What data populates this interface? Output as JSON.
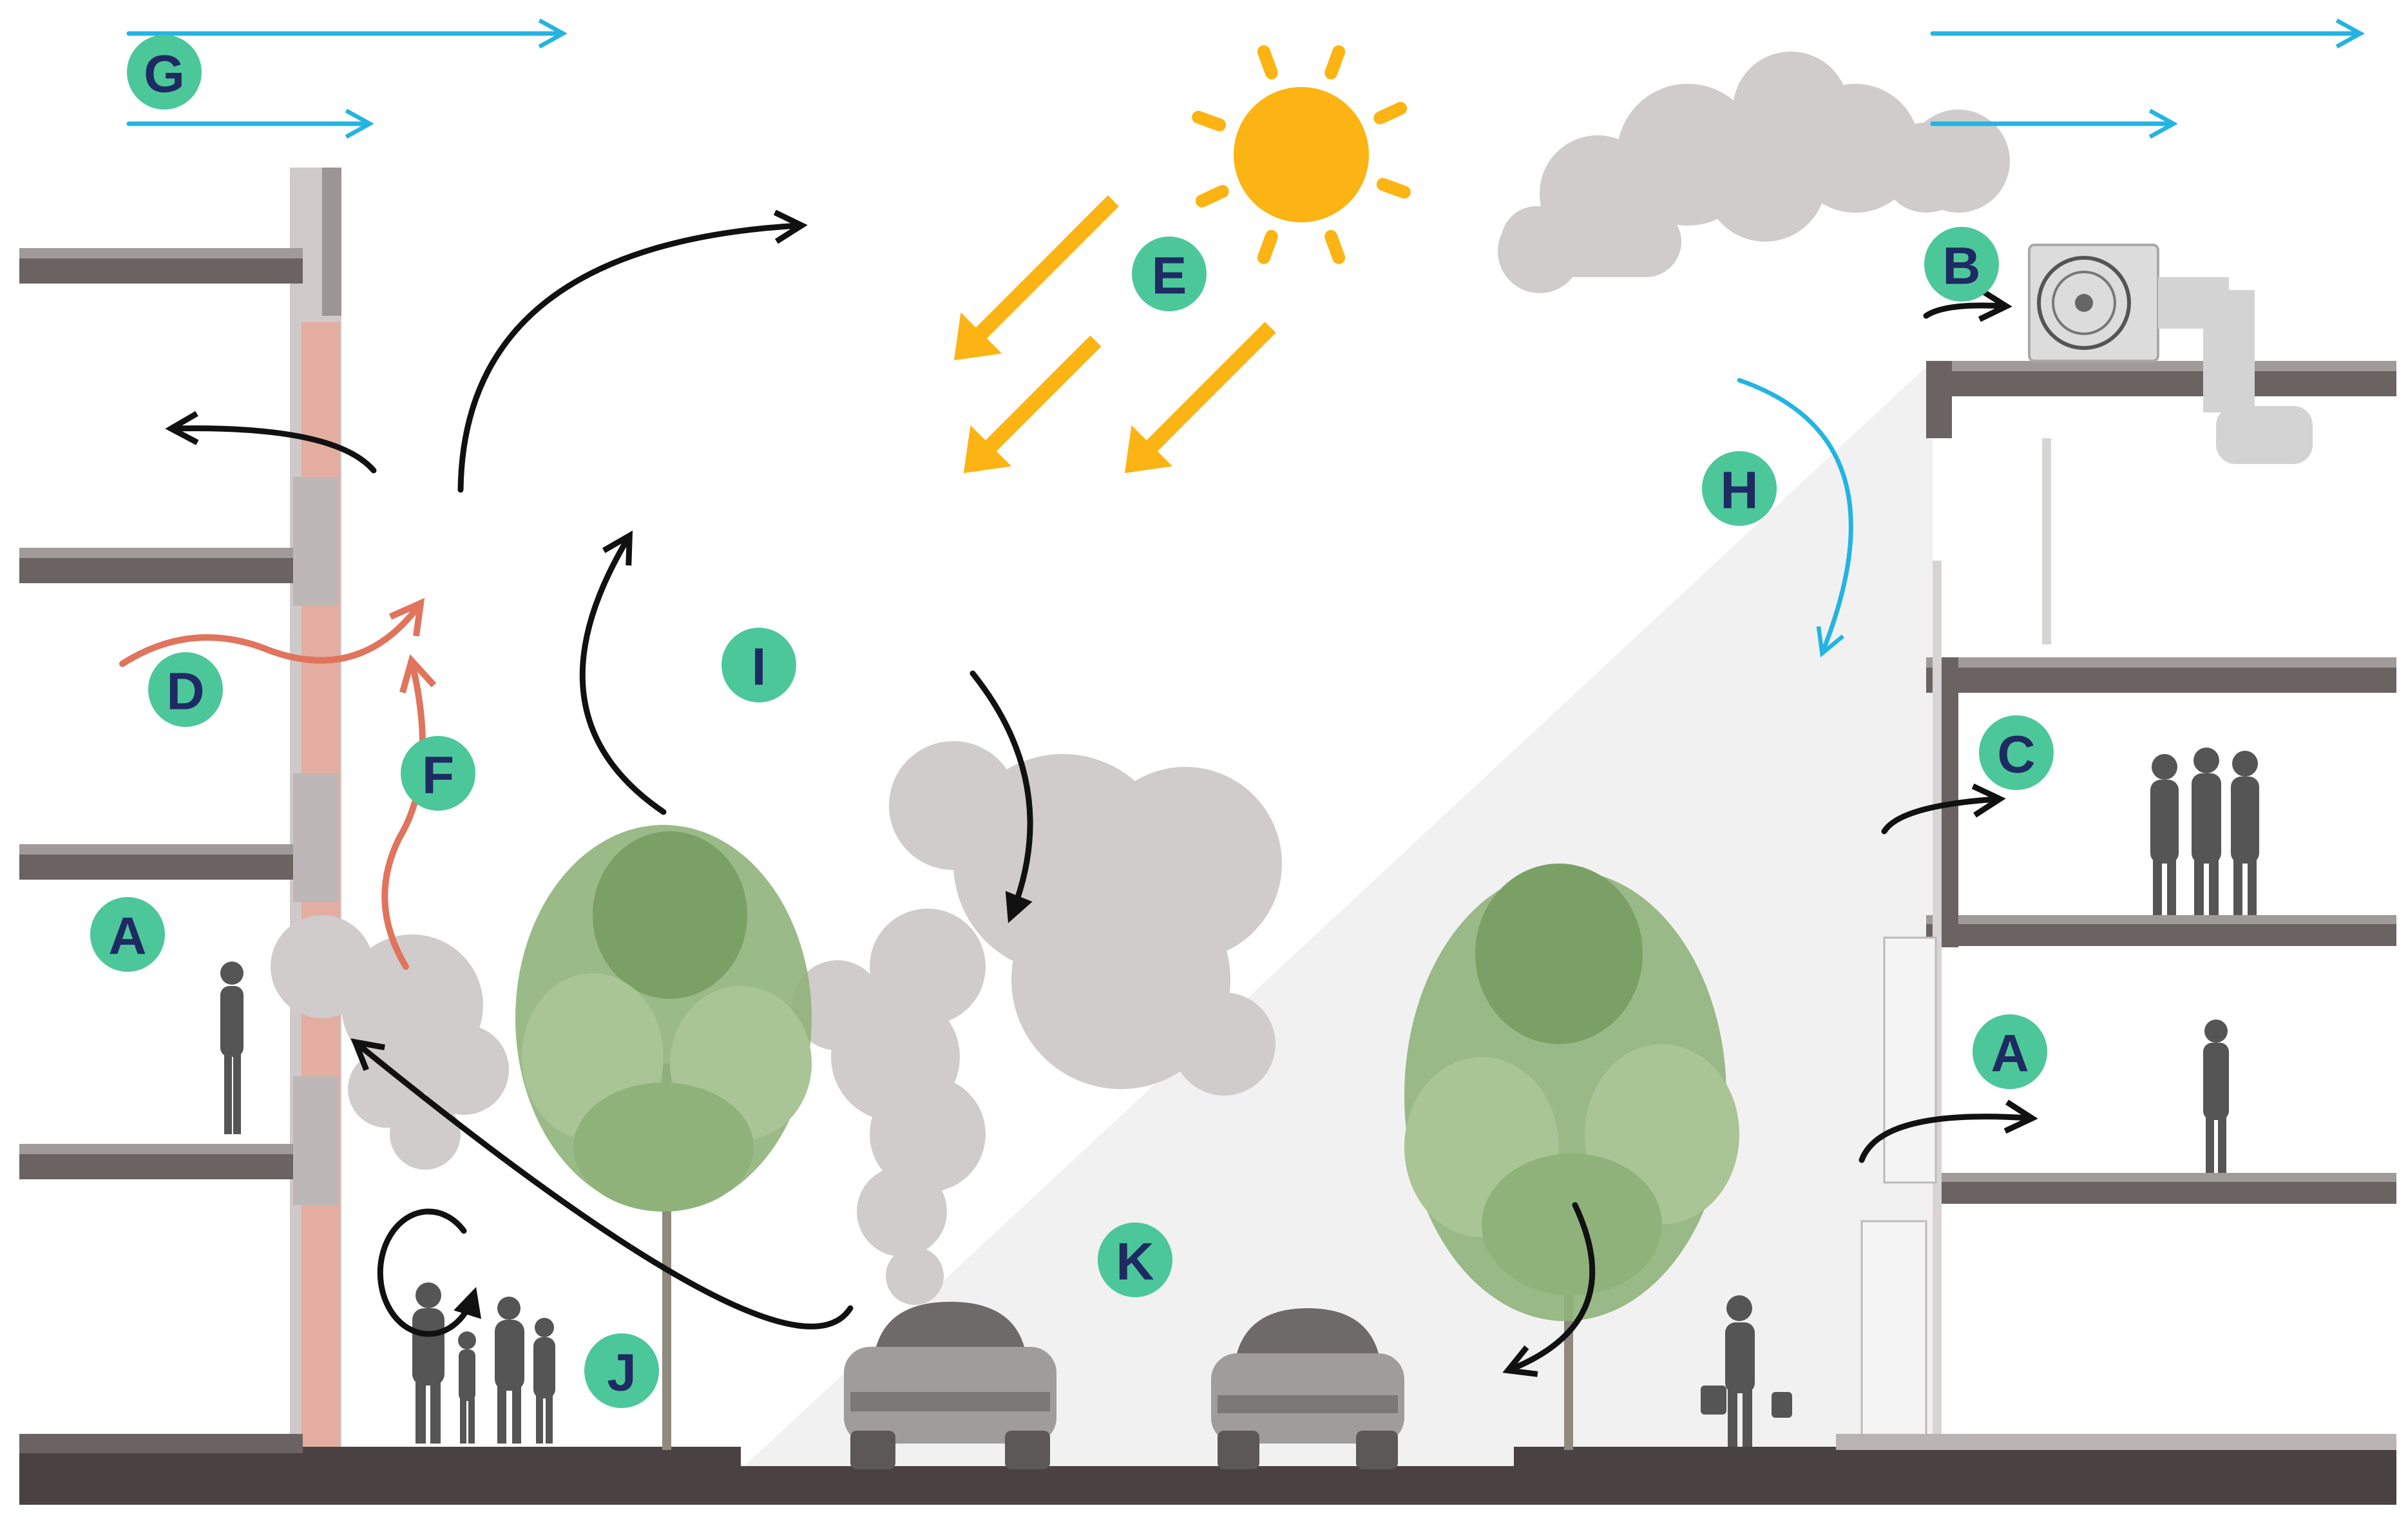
{
  "labels": {
    "A_left": "A",
    "A_right": "A",
    "B": "B",
    "C": "C",
    "D": "D",
    "E": "E",
    "F": "F",
    "G": "G",
    "H": "H",
    "I": "I",
    "J": "J",
    "K": "K"
  },
  "colors": {
    "badge": "#4cc79a",
    "badge_text": "#1f2a63",
    "sun": "#fbb413",
    "wind_arrow": "#23b4e2",
    "heat_arrow": "#e0745d",
    "airflow_arrow": "#111111",
    "smoke": "#cfcccb",
    "building": "#6b6362",
    "ground": "#4a4242"
  },
  "icons": [
    "sun-icon",
    "ac-unit-icon",
    "car-icon",
    "tree-icon",
    "person-icon"
  ]
}
